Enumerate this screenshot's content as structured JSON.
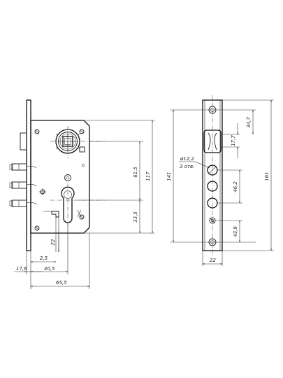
{
  "lock_side_view": {
    "dimensions": {
      "d61_5": "61,5",
      "d117": "117",
      "d33_5": "33,5",
      "d22": "22",
      "d2_5": "2,5",
      "d17_6": "17,6",
      "d40_5": "40,5",
      "d65_5": "65,5"
    }
  },
  "faceplate_view": {
    "dimensions": {
      "d34_7": "34,7",
      "d17_7": "17,7",
      "d46_2": "46,2",
      "d43_9": "43,9",
      "d141": "141",
      "d161": "161",
      "d22_width": "22"
    },
    "hole_callout": {
      "diameter": "ø12,2",
      "count": "3 отв."
    }
  }
}
